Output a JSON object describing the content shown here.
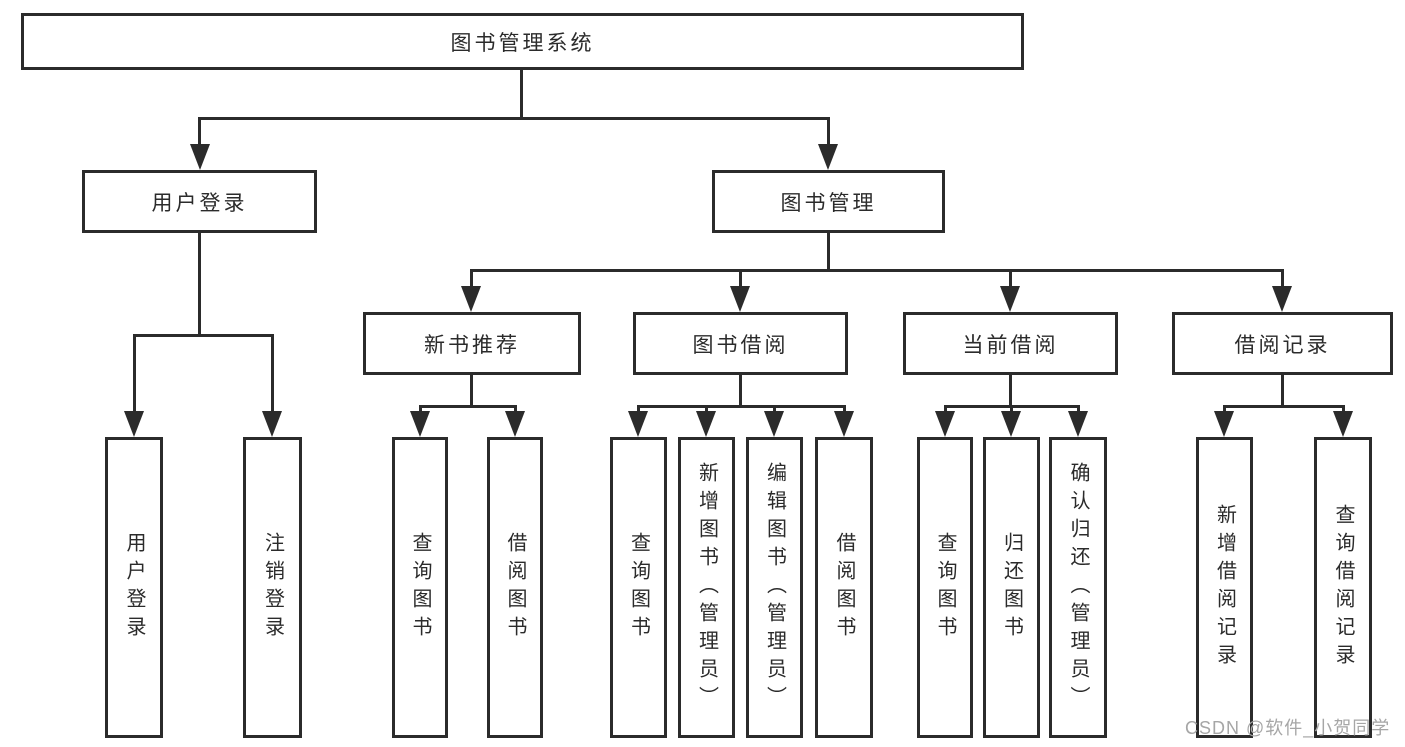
{
  "diagram": {
    "root": {
      "label": "图书管理系统"
    },
    "branches": [
      {
        "label": "用户登录",
        "children": [
          "用户登录",
          "注销登录"
        ]
      },
      {
        "label": "图书管理",
        "sections": [
          {
            "label": "新书推荐",
            "children": [
              "查询图书",
              "借阅图书"
            ]
          },
          {
            "label": "图书借阅",
            "children": [
              "查询图书",
              "新增图书（管理员）",
              "编辑图书（管理员）",
              "借阅图书"
            ]
          },
          {
            "label": "当前借阅",
            "children": [
              "查询图书",
              "归还图书",
              "确认归还（管理员）"
            ]
          },
          {
            "label": "借阅记录",
            "children": [
              "新增借阅记录",
              "查询借阅记录"
            ]
          }
        ]
      }
    ]
  },
  "watermark": "CSDN @软件_小贺同学",
  "colors": {
    "line": "#2b2b2b",
    "text": "#2b2b2b",
    "watermark": "#a6a6a6",
    "background": "#ffffff"
  }
}
